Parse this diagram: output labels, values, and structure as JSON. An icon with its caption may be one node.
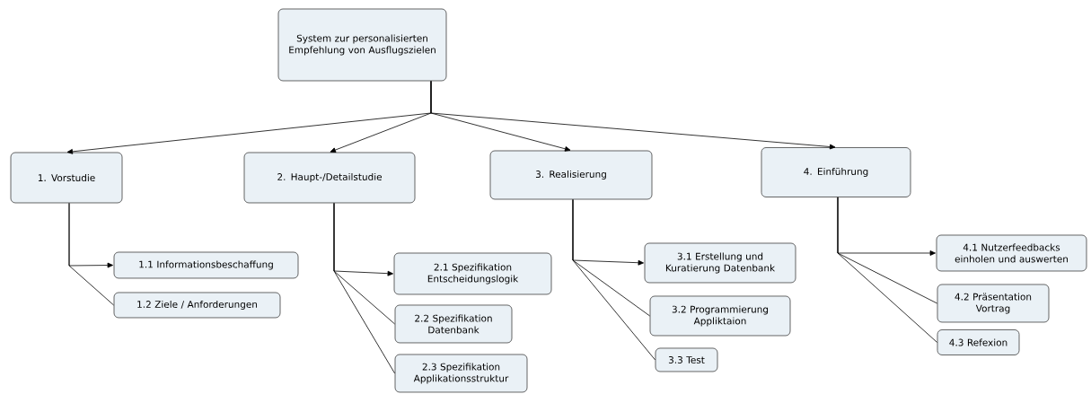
{
  "diagram": {
    "nodes": [
      {
        "text": [
          "System zur personalisierten Empfehlung von Ausflugszielen"
        ]
      },
      {
        "text": [
          "1. Vorstudie"
        ]
      },
      {
        "text": [
          "2. Haupt-/Detailstudie"
        ]
      },
      {
        "text": [
          "3. Realisierung"
        ]
      },
      {
        "text": [
          "4. Einführung"
        ]
      },
      {
        "text": [
          "1.1 Informationsbeschaffung"
        ]
      },
      {
        "text": [
          "1.2 Ziele / Anforderungen"
        ]
      },
      {
        "text": [
          "2.1 Spezifikation Entscheidungslogik"
        ]
      },
      {
        "text": [
          "2.2 Spezifikation Datenbank"
        ]
      },
      {
        "text": [
          "2.3 Spezifikation Applikationsstruktur"
        ]
      },
      {
        "text": [
          "3.1 Erstellung und Kuratierung Datenbank"
        ]
      },
      {
        "text": [
          "3.2  Programmierung Appliktaion"
        ]
      },
      {
        "text": [
          "3.3 Test"
        ]
      },
      {
        "text": [
          "4.1 Nutzerfeedbacks einholen und auswerten"
        ]
      },
      {
        "text": [
          "4.2 Präsentation Vortrag"
        ]
      },
      {
        "text": [
          "4.3 Refexion"
        ]
      }
    ],
    "edges": [
      {
        "from": 0,
        "to": 1,
        "arrow": "to"
      },
      {
        "from": 0,
        "to": 2,
        "arrow": "to"
      },
      {
        "from": 0,
        "to": 3,
        "arrow": "to"
      },
      {
        "from": 0,
        "to": 4,
        "arrow": "to"
      },
      {
        "from": 1,
        "to": 5,
        "arrow": "to"
      },
      {
        "from": 1,
        "to": 6,
        "arrow": "none"
      },
      {
        "from": 2,
        "to": 7,
        "arrow": "to"
      },
      {
        "from": 2,
        "to": 8,
        "arrow": "none"
      },
      {
        "from": 2,
        "to": 9,
        "arrow": "none"
      },
      {
        "from": 3,
        "to": 10,
        "arrow": "to"
      },
      {
        "from": 3,
        "to": 11,
        "arrow": "none"
      },
      {
        "from": 3,
        "to": 12,
        "arrow": "none"
      },
      {
        "from": 4,
        "to": 13,
        "arrow": "to"
      },
      {
        "from": 4,
        "to": 14,
        "arrow": "none"
      },
      {
        "from": 4,
        "to": 15,
        "arrow": "none"
      }
    ]
  }
}
